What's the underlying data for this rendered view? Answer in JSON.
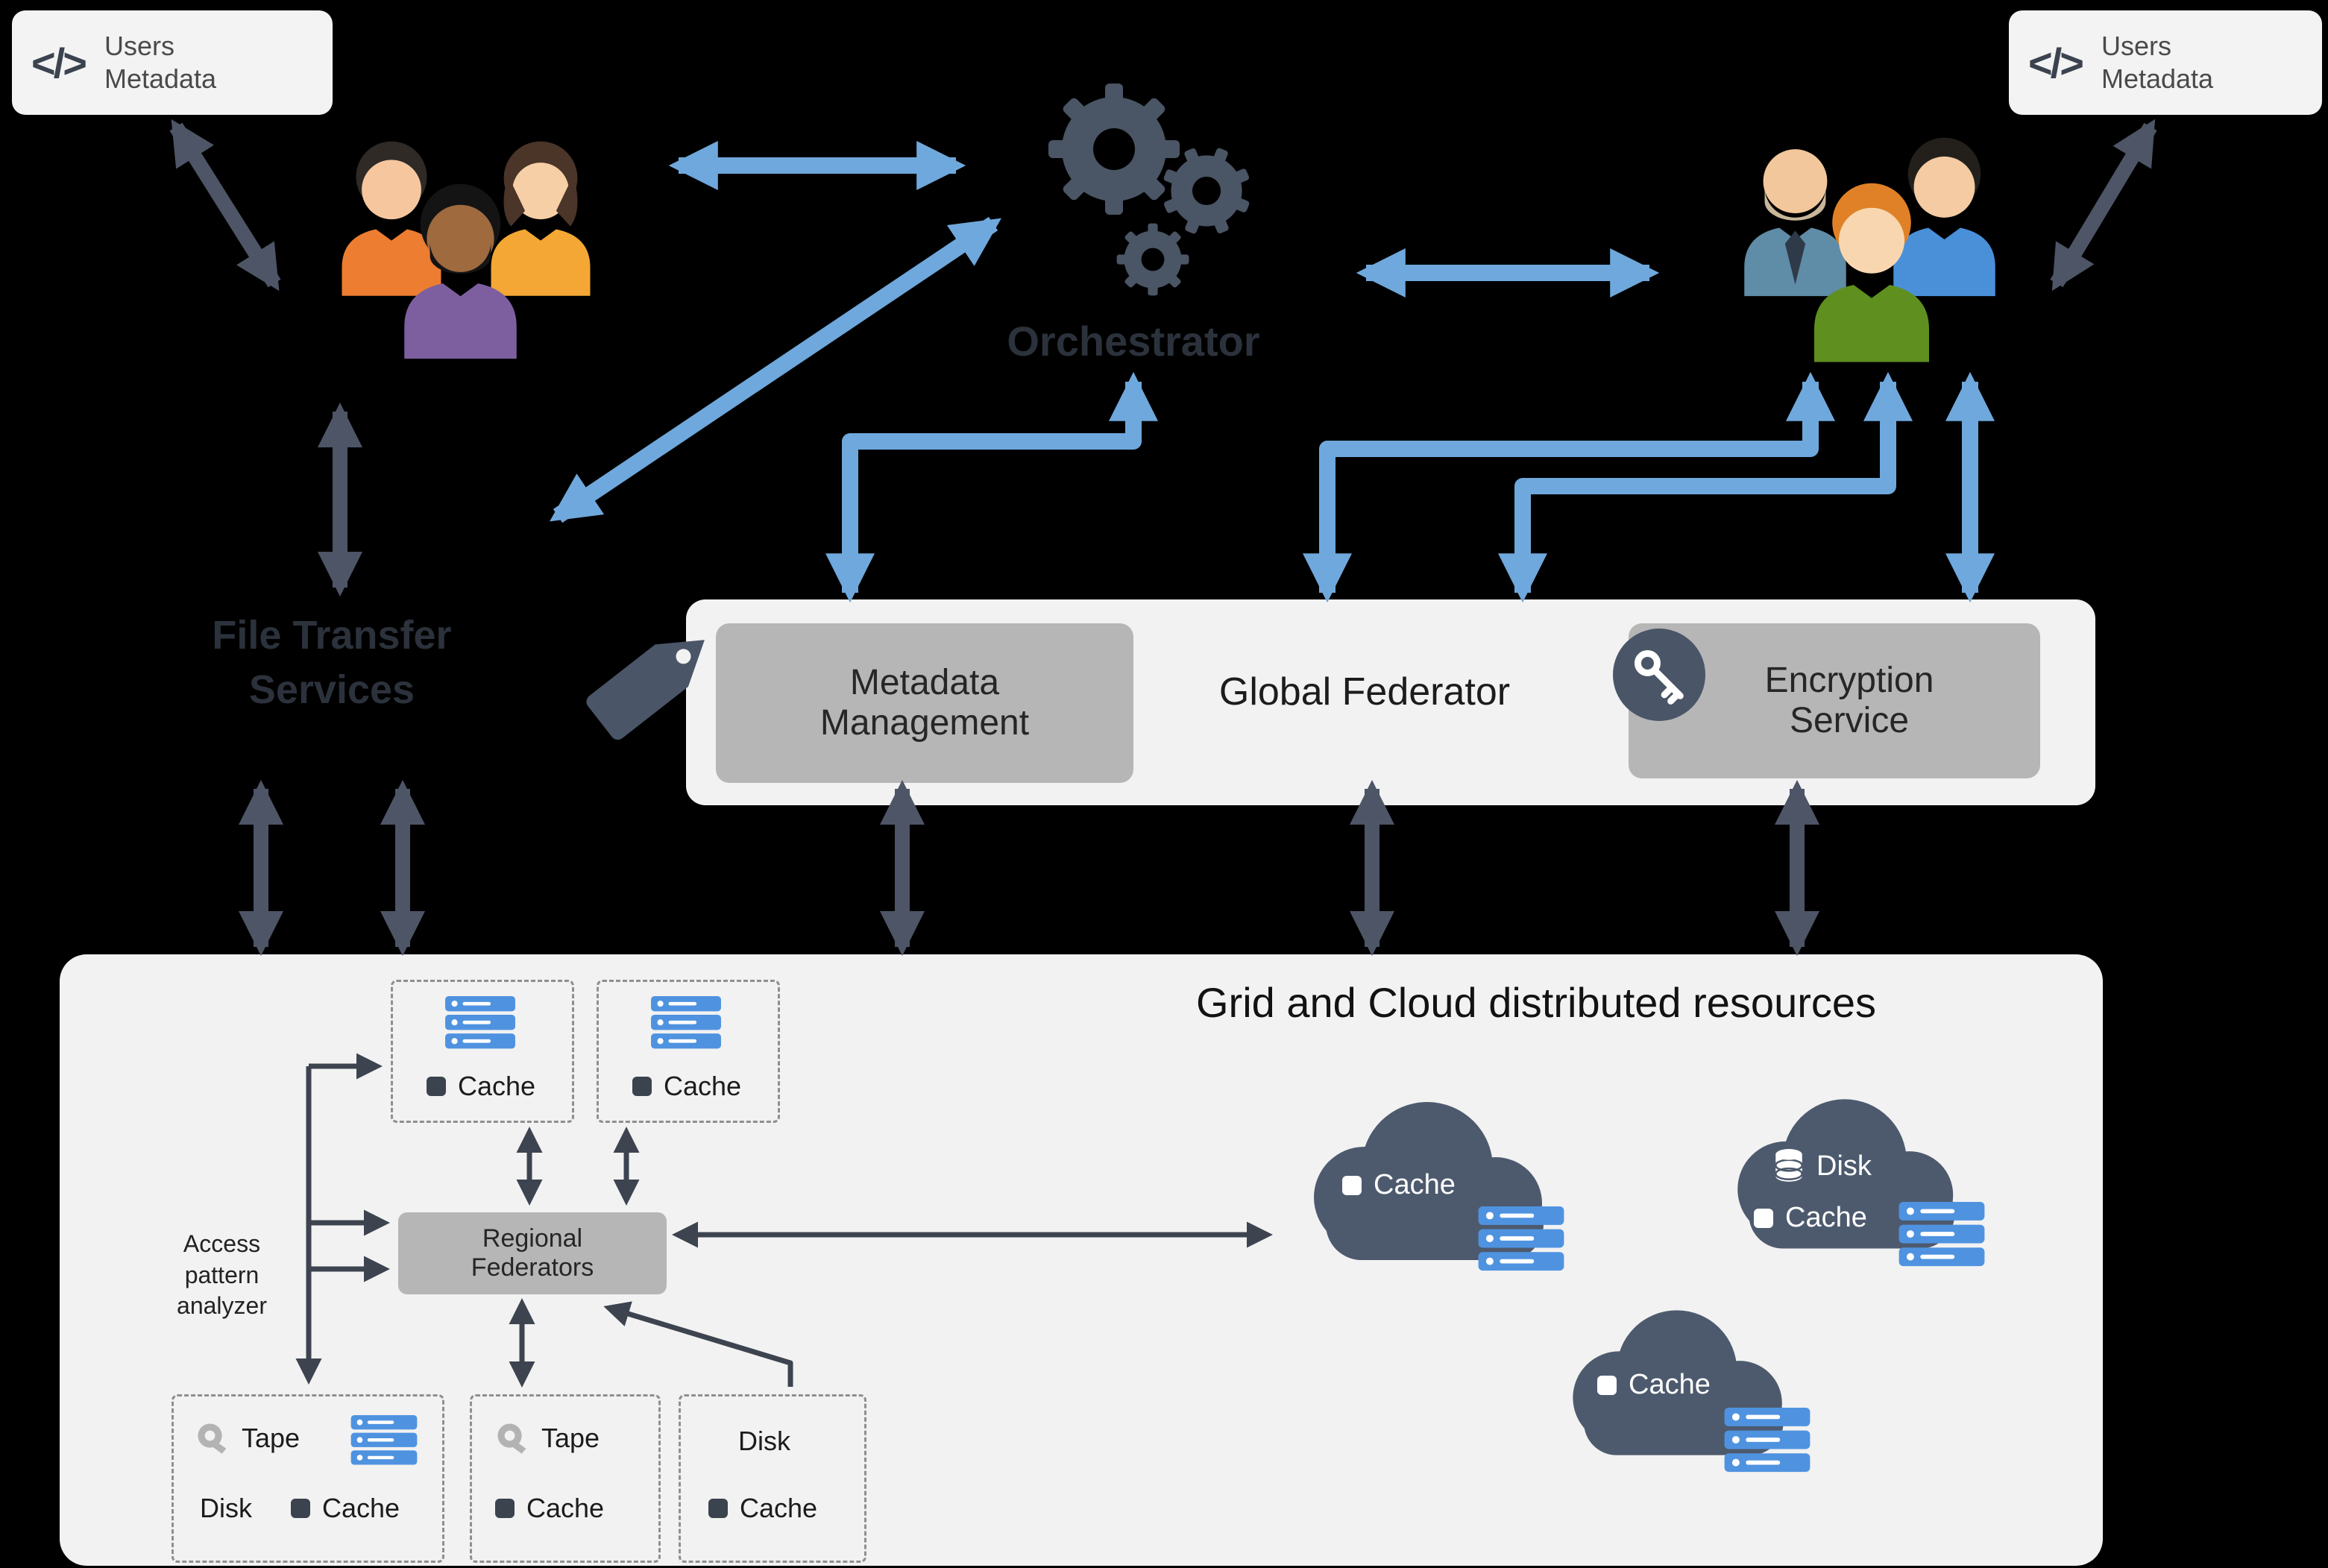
{
  "badges": {
    "left": {
      "line1": "Users",
      "line2": "Metadata"
    },
    "right": {
      "line1": "Users",
      "line2": "Metadata"
    }
  },
  "orchestrator": {
    "label": "Orchestrator"
  },
  "file_transfer": {
    "line1": "File Transfer",
    "line2": "Services"
  },
  "global_federator": {
    "title": "Global Federator",
    "metadata": {
      "line1": "Metadata",
      "line2": "Management"
    },
    "encryption": {
      "line1": "Encryption",
      "line2": "Service"
    }
  },
  "grid": {
    "title": "Grid and Cloud distributed resources",
    "cache_box_1": {
      "label": "Cache"
    },
    "cache_box_2": {
      "label": "Cache"
    },
    "regional_federators": {
      "line1": "Regional",
      "line2": "Federators"
    },
    "access_pattern_analyzer": {
      "line1": "Access",
      "line2": "pattern",
      "line3": "analyzer"
    },
    "storage_box_1": {
      "tape": "Tape",
      "disk": "Disk",
      "cache": "Cache"
    },
    "storage_box_2": {
      "tape": "Tape",
      "cache": "Cache"
    },
    "storage_box_3": {
      "disk": "Disk",
      "cache": "Cache"
    },
    "cloud_1": {
      "cache": "Cache"
    },
    "cloud_2": {
      "disk": "Disk",
      "cache": "Cache"
    },
    "cloud_3": {
      "cache": "Cache"
    }
  },
  "colors": {
    "background": "#000000",
    "panel": "#f2f2f2",
    "inner_box": "#b6b6b6",
    "blue_arrow": "#6fa8dc",
    "slate_arrow": "#4d5566",
    "cloud": "#4d5a6e",
    "server_icon_blue": "#4f93e0",
    "dark_text": "#1f1f1f"
  }
}
